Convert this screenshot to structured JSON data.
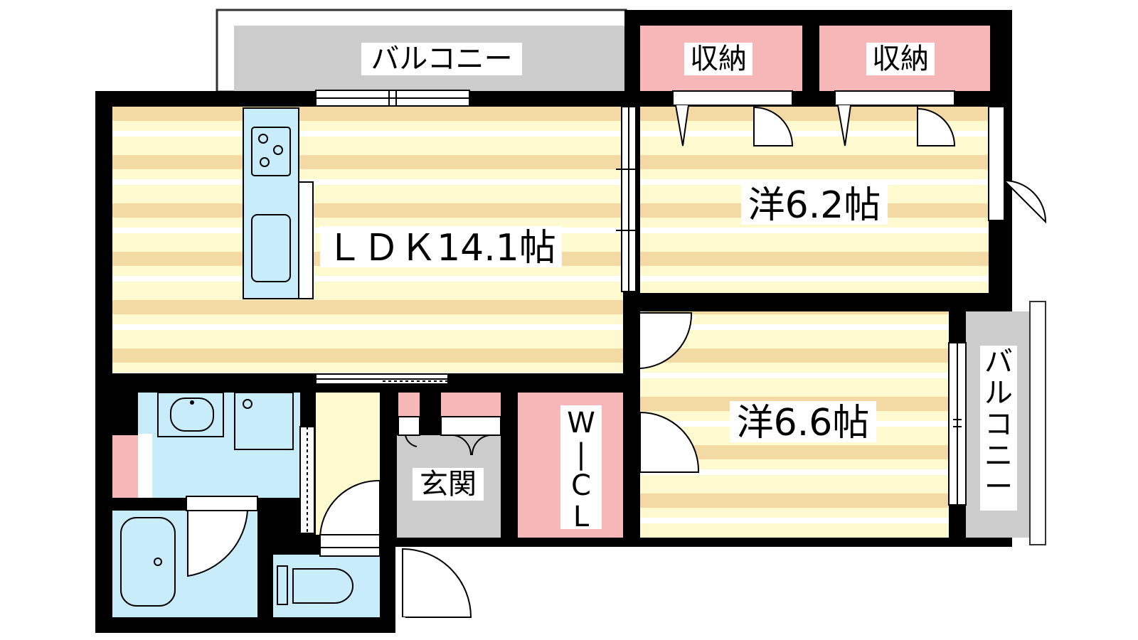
{
  "rooms": {
    "ldk": "ＬＤＫ14.1帖",
    "western_north": "洋6.2帖",
    "western_south": "洋6.6帖",
    "entrance": "玄関",
    "balcony_top": "バルコニー",
    "balcony_right_chars": [
      "バ",
      "ル",
      "コ",
      "ニ",
      "ー"
    ],
    "storage_left": "収納",
    "storage_right": "収納",
    "wic_chars": [
      "W",
      "|",
      "C",
      "L"
    ]
  },
  "colors": {
    "floor_light": "#fff9cf",
    "floor_stripe": "#f3d9a4",
    "wall": "#000000",
    "wet_area": "#c9ecfa",
    "storage": "#f7b6b8",
    "balcony": "#cccccc",
    "entrance": "#cccccc"
  }
}
